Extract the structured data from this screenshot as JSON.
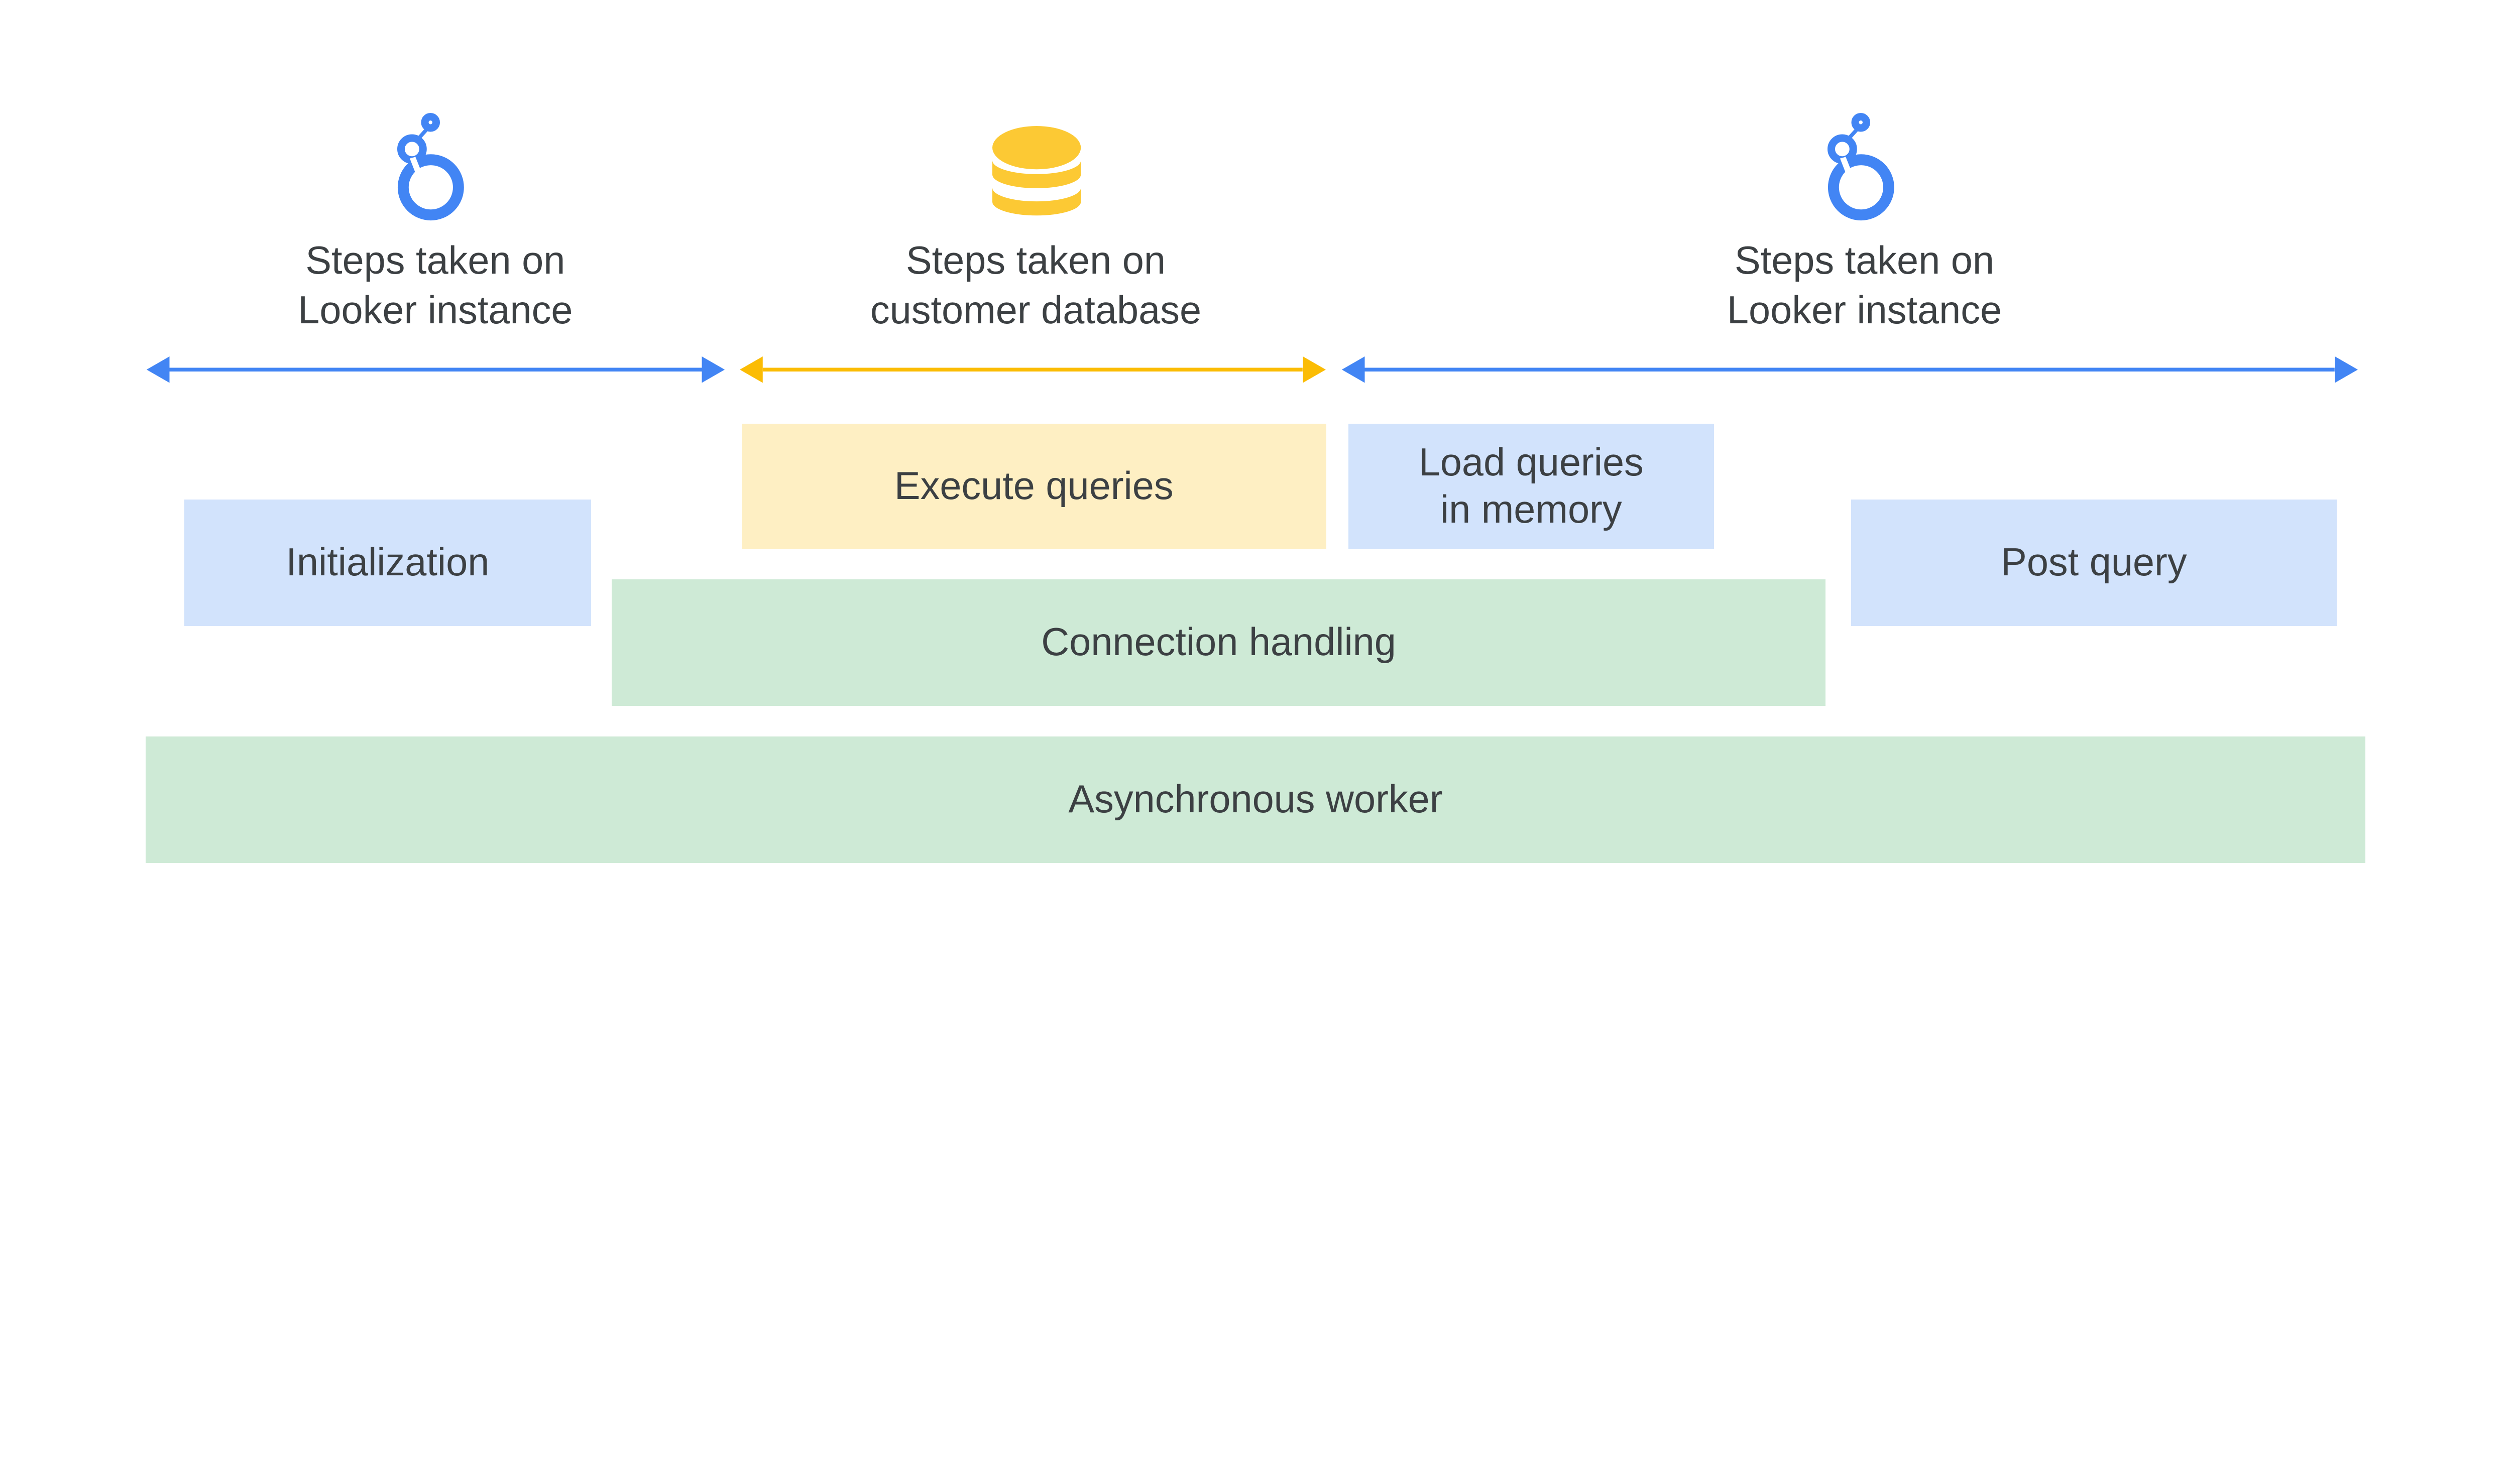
{
  "colors": {
    "looker_blue": "#4285F4",
    "database_yellow": "#FBBC04",
    "database_icon": "#FCC934",
    "looker_box": "#D2E3FC",
    "database_box": "#FEEFC3",
    "worker_box": "#CEEAD6",
    "text": "#3C4043"
  },
  "sections": [
    {
      "icon": "looker-logo-icon",
      "line1": "Steps taken on",
      "line2": "Looker instance"
    },
    {
      "icon": "database-icon",
      "line1": "Steps taken on",
      "line2": "customer database"
    },
    {
      "icon": "looker-logo-icon",
      "line1": "Steps taken on",
      "line2": "Looker instance"
    }
  ],
  "boxes": {
    "initialization": "Initialization",
    "execute_queries": "Execute queries",
    "load_queries": "Load queries in memory",
    "post_query": "Post query",
    "connection_handling": "Connection handling",
    "async_worker": "Asynchronous worker"
  }
}
